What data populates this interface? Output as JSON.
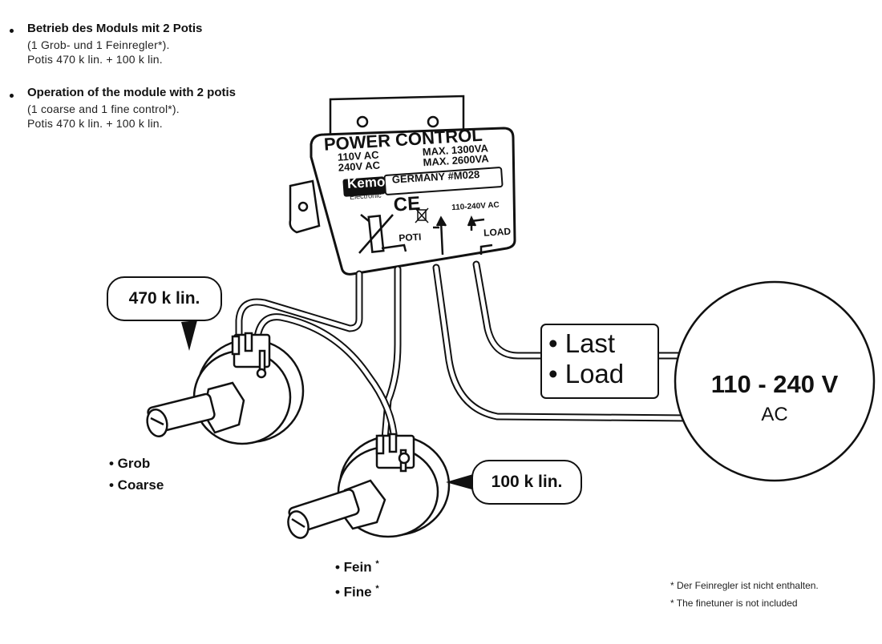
{
  "header": {
    "de_title": "Betrieb des Moduls mit 2 Potis",
    "de_line1": "(1 Grob- und 1 Feinregler*).",
    "de_line2": "Potis 470 k lin. + 100 k lin.",
    "en_title": "Operation of the module with 2 potis",
    "en_line1": "(1 coarse and 1 fine control*).",
    "en_line2": "Potis 470 k lin. + 100 k lin."
  },
  "module": {
    "title": "POWER CONTROL",
    "v1": "110V AC",
    "v2": "240V AC",
    "max1": "MAX. 1300VA",
    "max2": "MAX. 2600VA",
    "brand": "Kemo",
    "brand_sub": "Electronic",
    "made": "GERMANY #M028",
    "ce": "CE",
    "input_label": "110-240V AC",
    "poti_label": "POTI",
    "load_label": "LOAD"
  },
  "callouts": {
    "pot_large": "470 k lin.",
    "pot_small": "100 k lin."
  },
  "load_box": {
    "line1": "• Last",
    "line2": "• Load"
  },
  "ac_source": {
    "voltage": "110 - 240 V",
    "unit": "AC"
  },
  "pot_labels": {
    "grob": "• Grob",
    "coarse": "• Coarse",
    "fein": "• Fein",
    "fine": "• Fine",
    "star": "*"
  },
  "footnotes": {
    "de": "* Der Feinregler ist nicht enthalten.",
    "en": "* The finetuner is not included"
  }
}
